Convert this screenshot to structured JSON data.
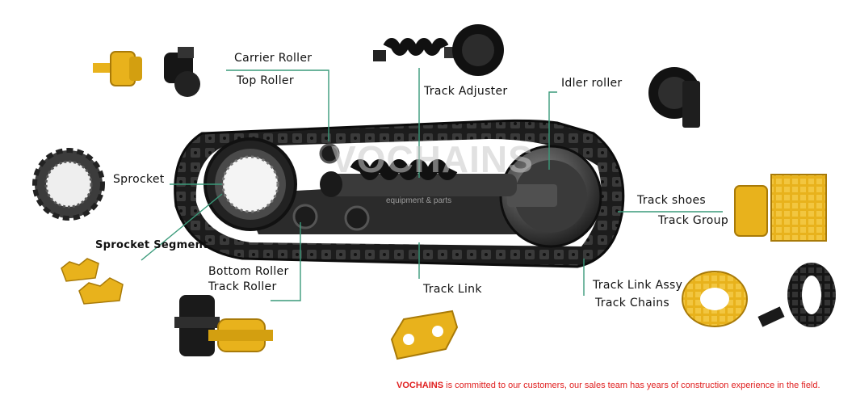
{
  "watermark": {
    "brand": "VOCHAINS",
    "tagline": "equipment & parts"
  },
  "labels": {
    "carrier_roller": "Carrier Roller",
    "top_roller": "Top Roller",
    "track_adjuster": "Track Adjuster",
    "idler_roller": "Idler roller",
    "sprocket": "Sprocket",
    "sprocket_segment": "Sprocket Segment",
    "track_shoes": "Track shoes",
    "track_group": "Track Group",
    "bottom_roller": "Bottom Roller",
    "track_roller": "Track Roller",
    "track_link": "Track Link",
    "track_link_assy": "Track Link Assy",
    "track_chains": "Track Chains"
  },
  "footer": {
    "brand": "VOCHAINS",
    "text": " is committed to our customers, our sales team has years of construction experience in the field."
  },
  "colors": {
    "leader": "#3a9a7a",
    "part_yellow": "#e8b21c",
    "steel": "#2a2a2a",
    "accent_red": "#e02020"
  }
}
